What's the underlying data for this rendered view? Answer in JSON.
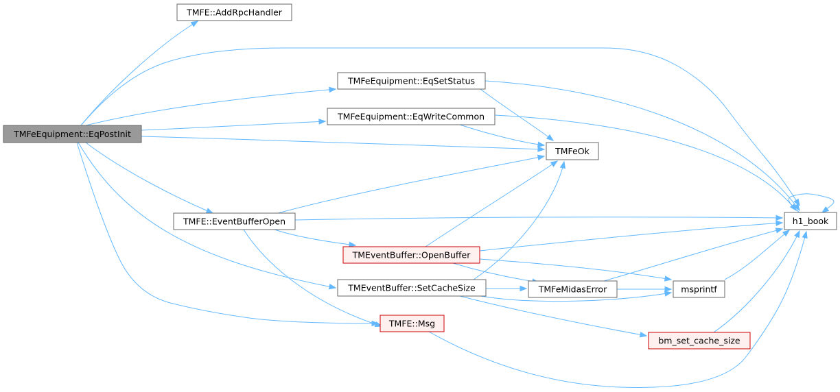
{
  "colors": {
    "edge": "#63b8ff",
    "focus_fill": "#999999",
    "normal_fill": "#ffffff",
    "normal_stroke": "#666666",
    "truncated_fill": "#fff0f0",
    "truncated_stroke": "#cc0000",
    "text": "#000000"
  },
  "nodes": [
    {
      "id": "eqpostinit",
      "label": "TMFeEquipment::EqPostInit",
      "style": "focus"
    },
    {
      "id": "addrpchandler",
      "label": "TMFE::AddRpcHandler",
      "style": "normal"
    },
    {
      "id": "eqsetstatus",
      "label": "TMFeEquipment::EqSetStatus",
      "style": "normal"
    },
    {
      "id": "eqwritecommon",
      "label": "TMFeEquipment::EqWriteCommon",
      "style": "normal"
    },
    {
      "id": "tmfeok",
      "label": "TMFeOk",
      "style": "normal"
    },
    {
      "id": "eventbufferopen",
      "label": "TMFE::EventBufferOpen",
      "style": "normal"
    },
    {
      "id": "h1book",
      "label": "h1_book",
      "style": "normal"
    },
    {
      "id": "openbuffer",
      "label": "TMEventBuffer::OpenBuffer",
      "style": "truncated"
    },
    {
      "id": "setcachesize",
      "label": "TMEventBuffer::SetCacheSize",
      "style": "normal"
    },
    {
      "id": "midaserror",
      "label": "TMFeMidasError",
      "style": "normal"
    },
    {
      "id": "msprintf",
      "label": "msprintf",
      "style": "normal"
    },
    {
      "id": "msg",
      "label": "TMFE::Msg",
      "style": "truncated"
    },
    {
      "id": "bmsetcache",
      "label": "bm_set_cache_size",
      "style": "truncated"
    }
  ],
  "edges": [
    {
      "from": "eqpostinit",
      "to": "addrpchandler"
    },
    {
      "from": "eqpostinit",
      "to": "h1book"
    },
    {
      "from": "eqpostinit",
      "to": "eqsetstatus"
    },
    {
      "from": "eqpostinit",
      "to": "eqwritecommon"
    },
    {
      "from": "eqpostinit",
      "to": "tmfeok"
    },
    {
      "from": "eqpostinit",
      "to": "eventbufferopen"
    },
    {
      "from": "eqpostinit",
      "to": "setcachesize"
    },
    {
      "from": "eqpostinit",
      "to": "msg"
    },
    {
      "from": "eqsetstatus",
      "to": "tmfeok"
    },
    {
      "from": "eqsetstatus",
      "to": "h1book"
    },
    {
      "from": "eqwritecommon",
      "to": "tmfeok"
    },
    {
      "from": "eqwritecommon",
      "to": "h1book"
    },
    {
      "from": "eventbufferopen",
      "to": "tmfeok"
    },
    {
      "from": "eventbufferopen",
      "to": "h1book"
    },
    {
      "from": "eventbufferopen",
      "to": "openbuffer"
    },
    {
      "from": "eventbufferopen",
      "to": "msg"
    },
    {
      "from": "openbuffer",
      "to": "tmfeok"
    },
    {
      "from": "openbuffer",
      "to": "h1book"
    },
    {
      "from": "openbuffer",
      "to": "midaserror"
    },
    {
      "from": "openbuffer",
      "to": "msprintf"
    },
    {
      "from": "setcachesize",
      "to": "tmfeok"
    },
    {
      "from": "setcachesize",
      "to": "midaserror"
    },
    {
      "from": "setcachesize",
      "to": "msprintf"
    },
    {
      "from": "setcachesize",
      "to": "bmsetcache"
    },
    {
      "from": "midaserror",
      "to": "h1book"
    },
    {
      "from": "midaserror",
      "to": "msprintf"
    },
    {
      "from": "msprintf",
      "to": "h1book"
    },
    {
      "from": "msg",
      "to": "h1book"
    },
    {
      "from": "bmsetcache",
      "to": "h1book"
    },
    {
      "from": "h1book",
      "to": "h1book"
    }
  ]
}
